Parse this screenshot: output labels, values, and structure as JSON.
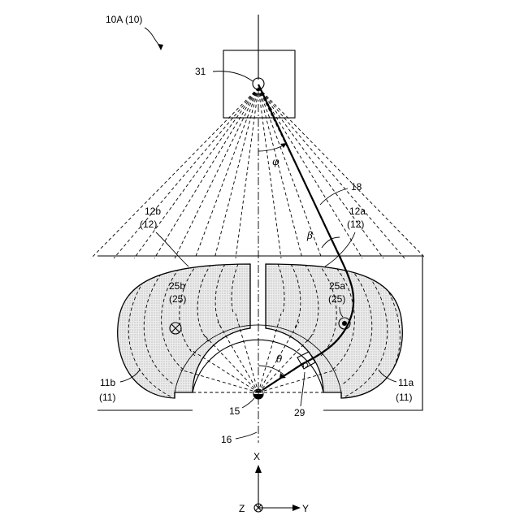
{
  "figure": {
    "title_label": "10A (10)",
    "labels": {
      "source": "31",
      "beam": "18",
      "magnet_a": "12a",
      "magnet_a_parent": "(12)",
      "magnet_b": "12b",
      "magnet_b_parent": "(12)",
      "coil_a": "25a",
      "coil_a_parent": "(25)",
      "coil_b": "25b",
      "coil_b_parent": "(25)",
      "yoke_a": "11a",
      "yoke_a_parent": "(11)",
      "yoke_b": "11b",
      "yoke_b_parent": "(11)",
      "isocenter": "15",
      "axis": "16",
      "detector": "29"
    },
    "angles": {
      "phi": "φ",
      "beta": "β",
      "theta": "θ"
    },
    "axes": {
      "x": "X",
      "y": "Y",
      "z": "Z"
    }
  }
}
